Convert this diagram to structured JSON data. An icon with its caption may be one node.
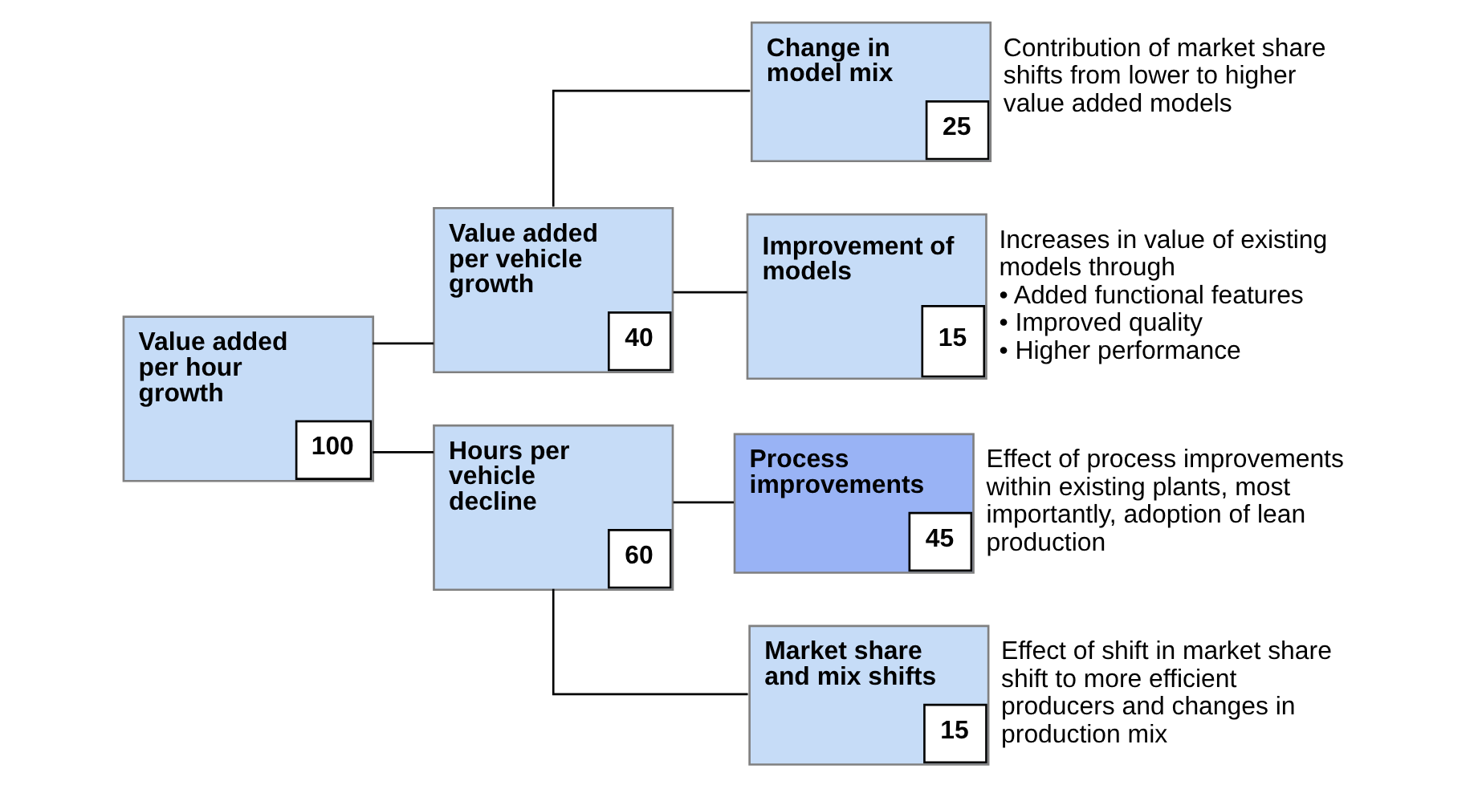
{
  "diagram": {
    "nodes": [
      {
        "text": [
          "Value added per hour growth",
          "100"
        ]
      },
      {
        "text": [
          "Value added per vehicle growth",
          "40"
        ]
      },
      {
        "text": [
          "Hours per vehicle decline",
          "60"
        ]
      },
      {
        "text": [
          "Change in model mix",
          "25"
        ],
        "beside": [
          "Contribution of market share shifts from lower to higher value added models"
        ]
      },
      {
        "text": [
          "Improvement of models",
          "15"
        ],
        "beside": [
          "Increases in value of existing models through",
          "• Added functional features",
          "• Improved quality",
          "• Higher performance"
        ]
      },
      {
        "text": [
          "Process improvements",
          "45"
        ],
        "beside": [
          "Effect of process improvements within existing plants, most importantly, adoption of lean production"
        ]
      },
      {
        "text": [
          "Market share and mix shifts",
          "15"
        ],
        "beside": [
          "Effect of shift in market share shift to more efficient producers and changes in production mix"
        ]
      }
    ],
    "edges": [
      {
        "from": 0,
        "to": 1,
        "arrow": "none"
      },
      {
        "from": 0,
        "to": 2,
        "arrow": "none"
      },
      {
        "from": 1,
        "to": 3,
        "arrow": "none"
      },
      {
        "from": 1,
        "to": 4,
        "arrow": "none"
      },
      {
        "from": 2,
        "to": 5,
        "arrow": "none"
      },
      {
        "from": 2,
        "to": 6,
        "arrow": "none"
      }
    ]
  }
}
